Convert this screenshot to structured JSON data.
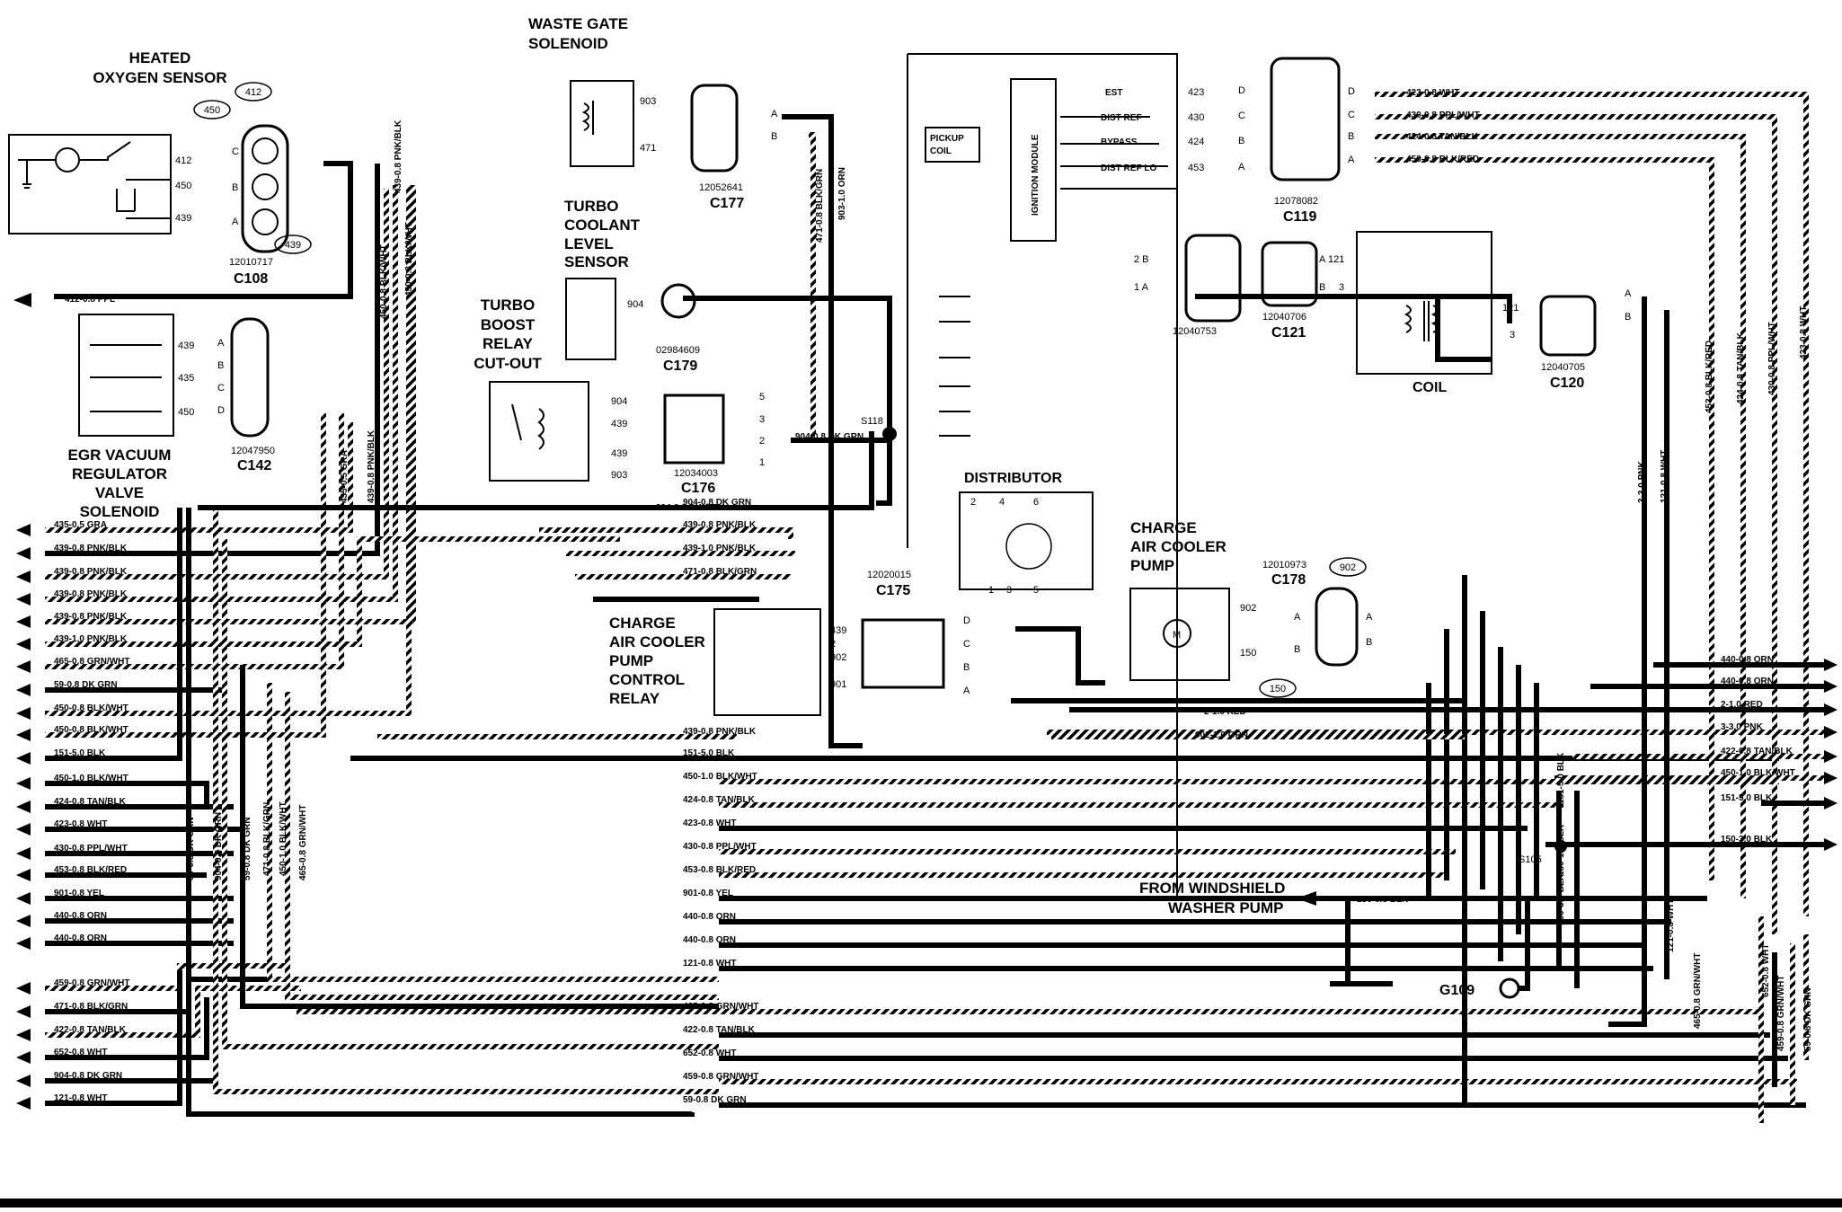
{
  "components": {
    "o2": {
      "title": [
        "HEATED",
        "OXYGEN SENSOR"
      ],
      "connector": "C108",
      "part": "12010717",
      "pins": [
        "412",
        "450",
        "439"
      ],
      "cavities": [
        "C",
        "B",
        "A"
      ]
    },
    "wastegate": {
      "title": [
        "WASTE GATE",
        "SOLENOID"
      ],
      "connector": "C177",
      "part": "12052641",
      "pins": [
        "903",
        "471"
      ],
      "cavities": [
        "A",
        "B"
      ]
    },
    "coolant": {
      "title": [
        "TURBO",
        "COOLANT",
        "LEVEL",
        "SENSOR"
      ],
      "connector": "C179",
      "part": "02984609",
      "pins": [
        "904"
      ]
    },
    "boost": {
      "title": [
        "TURBO",
        "BOOST",
        "RELAY",
        "CUT-OUT"
      ],
      "connector": "C176",
      "part": "12034003",
      "pins": [
        "904",
        "439",
        "439",
        "903"
      ],
      "cavities": [
        "5",
        "3",
        "2",
        "1"
      ],
      "splice": "S118"
    },
    "egr": {
      "title": [
        "EGR VACUUM",
        "REGULATOR",
        "VALVE",
        "SOLENOID"
      ],
      "connector": "C142",
      "part": "12047950",
      "pins": [
        "439",
        "435",
        "450"
      ],
      "cavities": [
        "A",
        "B",
        "C",
        "D"
      ]
    },
    "ignition": {
      "module": "IGNITION MODULE",
      "pickup": [
        "PICKUP",
        "COIL"
      ],
      "signals": [
        "EST",
        "DIST REF",
        "BYPASS",
        "DIST REF LO"
      ],
      "pins": [
        "423",
        "430",
        "424",
        "453"
      ]
    },
    "c119": {
      "connector": "C119",
      "part": "12078082",
      "cavities": [
        "D",
        "C",
        "B",
        "A"
      ]
    },
    "c121": {
      "connector": "C121",
      "part1": "12040753",
      "part2": "12040706",
      "pins": [
        "121",
        "3"
      ],
      "cavities": [
        "2 B",
        "1 A",
        "A",
        "B"
      ]
    },
    "coil": {
      "title": "COIL",
      "connector": "C120",
      "part": "12040705",
      "pins": [
        "121",
        "3"
      ],
      "cavities": [
        "A",
        "B"
      ]
    },
    "distributor": {
      "title": "DISTRIBUTOR",
      "numbers": [
        "2",
        "4",
        "6",
        "1",
        "3",
        "5"
      ]
    },
    "cac_pump": {
      "title": [
        "CHARGE",
        "AIR COOLER",
        "PUMP"
      ],
      "connector": "C178",
      "part": "12010973",
      "pins": [
        "902",
        "150"
      ],
      "cavities": [
        "A",
        "B",
        "A",
        "B"
      ]
    },
    "cac_relay": {
      "title": [
        "CHARGE",
        "AIR COOLER",
        "PUMP",
        "CONTROL",
        "RELAY"
      ],
      "connector": "C175",
      "part": "12020015",
      "pins": [
        "439",
        "2",
        "902",
        "901"
      ],
      "cavities": [
        "D",
        "C",
        "B",
        "A"
      ]
    },
    "ground": {
      "label": "G109",
      "splice": "S105"
    },
    "windshield": {
      "text": [
        "FROM WINDSHIELD",
        "WASHER PUMP"
      ],
      "wire": "150-0.8 BLK"
    }
  },
  "wires": {
    "left": [
      "435-0.5 GRA",
      "439-0.8 PNK/BLK",
      "439-0.8 PNK/BLK",
      "439-0.8 PNK/BLK",
      "439-0.8 PNK/BLK",
      "439-1.0 PNK/BLK",
      "465-0.8 GRN/WHT",
      "59-0.8 DK GRN",
      "450-0.8 BLK/WHT",
      "450-0.8 BLK/WHT",
      "151-5.0 BLK",
      "450-1.0 BLK/WHT",
      "424-0.8 TAN/BLK",
      "423-0.8 WHT",
      "430-0.8 PPL/WHT",
      "453-0.8 BLK/RED",
      "901-0.8 YEL",
      "440-0.8 ORN",
      "440-0.8 ORN",
      "459-0.8 GRN/WHT",
      "471-0.8 BLK/GRN",
      "422-0.8 TAN/BLK",
      "652-0.8 WHT",
      "904-0.8 DK GRN",
      "121-0.8 WHT"
    ],
    "mid": [
      "904-0.8 DK GRN",
      "439-0.8 PNK/BLK",
      "439-1.0 PNK/BLK",
      "471-0.8 BLK/GRN",
      "439-0.8 PNK/BLK",
      "151-5.0 BLK",
      "450-1.0 BLK/WHT",
      "424-0.8 TAN/BLK",
      "423-0.8 WHT",
      "430-0.8 PPL/WHT",
      "453-0.8 BLK/RED",
      "901-0.8 YEL",
      "440-0.8 ORN",
      "440-0.8 ORN",
      "121-0.8 WHT",
      "465-0.8 GRN/WHT",
      "422-0.8 TAN/BLK",
      "652-0.8 WHT",
      "459-0.8 GRN/WHT",
      "59-0.8 DK GRN"
    ],
    "right": [
      "440-0.8 ORN",
      "440-0.8 ORN",
      "2-1.0 RED",
      "3-3.0 PNK",
      "422-0.8 TAN/BLK",
      "450-1.0 BLK/WHT",
      "151-5.0 BLK",
      "150-3.0 BLK"
    ],
    "c119": [
      "423-0.8 WHT",
      "430-0.8 PPL/WHT",
      "424-0.8 TAN/BLK",
      "453-0.8 BLK/RED"
    ],
    "distributor_out": [
      "2-1.0 RED",
      "902-1.0 ORN"
    ],
    "misc": [
      "412-0.8 PPL",
      "904-0.8 DK GRN",
      "903-1.0 ORN",
      "471-0.8 BLK/GRN",
      "904-0.8 DK GRN"
    ],
    "vertical_left": [
      "435-0.5 GRA",
      "439-0.8 PNK/BLK",
      "450-0.8 BLK/WHT",
      "439-0.8 PNK/BLK",
      "450-0.8 BLK/WHT",
      "59-0.8 DK GRN",
      "904-0.8 DK GRN",
      "59-0.8 DK GRN",
      "471-0.8 BLK/GRN",
      "450-1.0 BLK/WHT",
      "465-0.8 GRN/WHT"
    ],
    "vertical_right": [
      "453-0.8 BLK/RED",
      "424-0.8 TAN/BLK",
      "430-0.8 PPL/WHT",
      "423-0.8 WHT",
      "3-3.0 PNK",
      "121-0.8 WHT",
      "151-5.0 BLK",
      "150-1.0 BLK",
      "150-3.0 BLK",
      "121-0.8 WHT",
      "465-0.8 GRN/WHT",
      "652-0.8 WHT",
      "459-0.8 GRN/WHT",
      "59-0.8 DK GRN"
    ]
  }
}
